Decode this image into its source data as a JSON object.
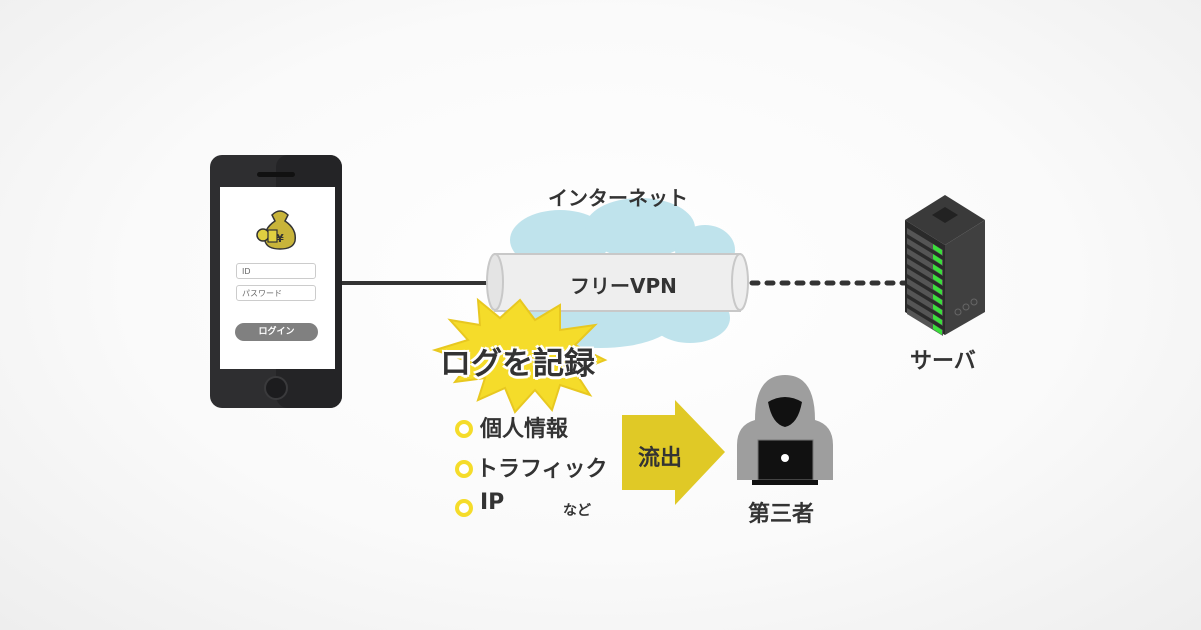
{
  "phone": {
    "id_placeholder": "ID",
    "password_placeholder": "パスワード",
    "login_label": "ログイン"
  },
  "internet_label": "インターネット",
  "vpn_label": "フリーVPN",
  "server_label": "サーバ",
  "burst_label": "ログを記録",
  "logged_items": [
    "個人情報",
    "トラフィック",
    "IP"
  ],
  "etc_label": "など",
  "leak_label": "流出",
  "third_party_label": "第三者",
  "colors": {
    "yellow": "#f5dc2a",
    "arrow": "#e0c926",
    "cloud": "#bfe3ec",
    "phone": "#2e2e30",
    "server_led": "#3adf3a"
  }
}
